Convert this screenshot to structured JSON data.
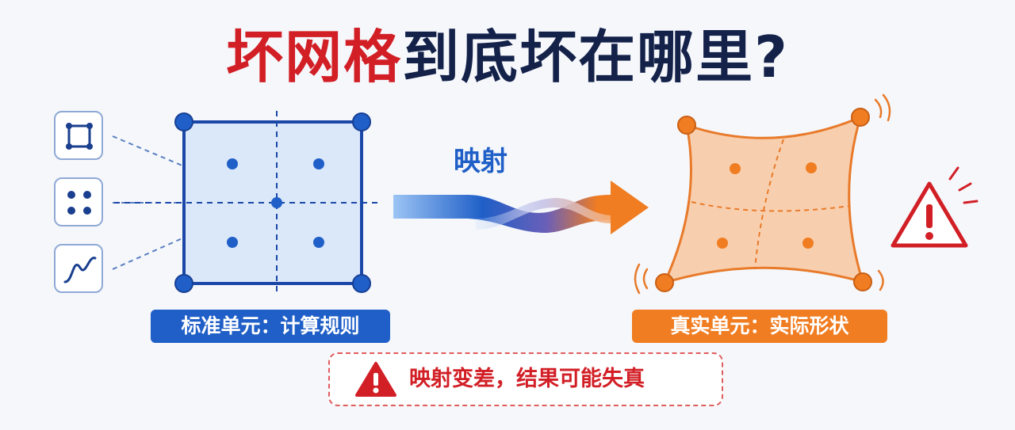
{
  "title": {
    "red_part": "坏网格",
    "navy_part": "到底坏在哪里?"
  },
  "standard_element": {
    "label": "标准单元：计算规则"
  },
  "real_element": {
    "label": "真实单元：实际形状"
  },
  "mapping": {
    "label": "映射"
  },
  "warning": {
    "text": "映射变差，结果可能失真"
  },
  "icons": [
    "square-element-icon",
    "gauss-points-icon",
    "shape-function-icon"
  ],
  "colors": {
    "blue": "#1f5fc7",
    "orange": "#f07d22",
    "red": "#d21f26",
    "navy": "#14224a"
  }
}
